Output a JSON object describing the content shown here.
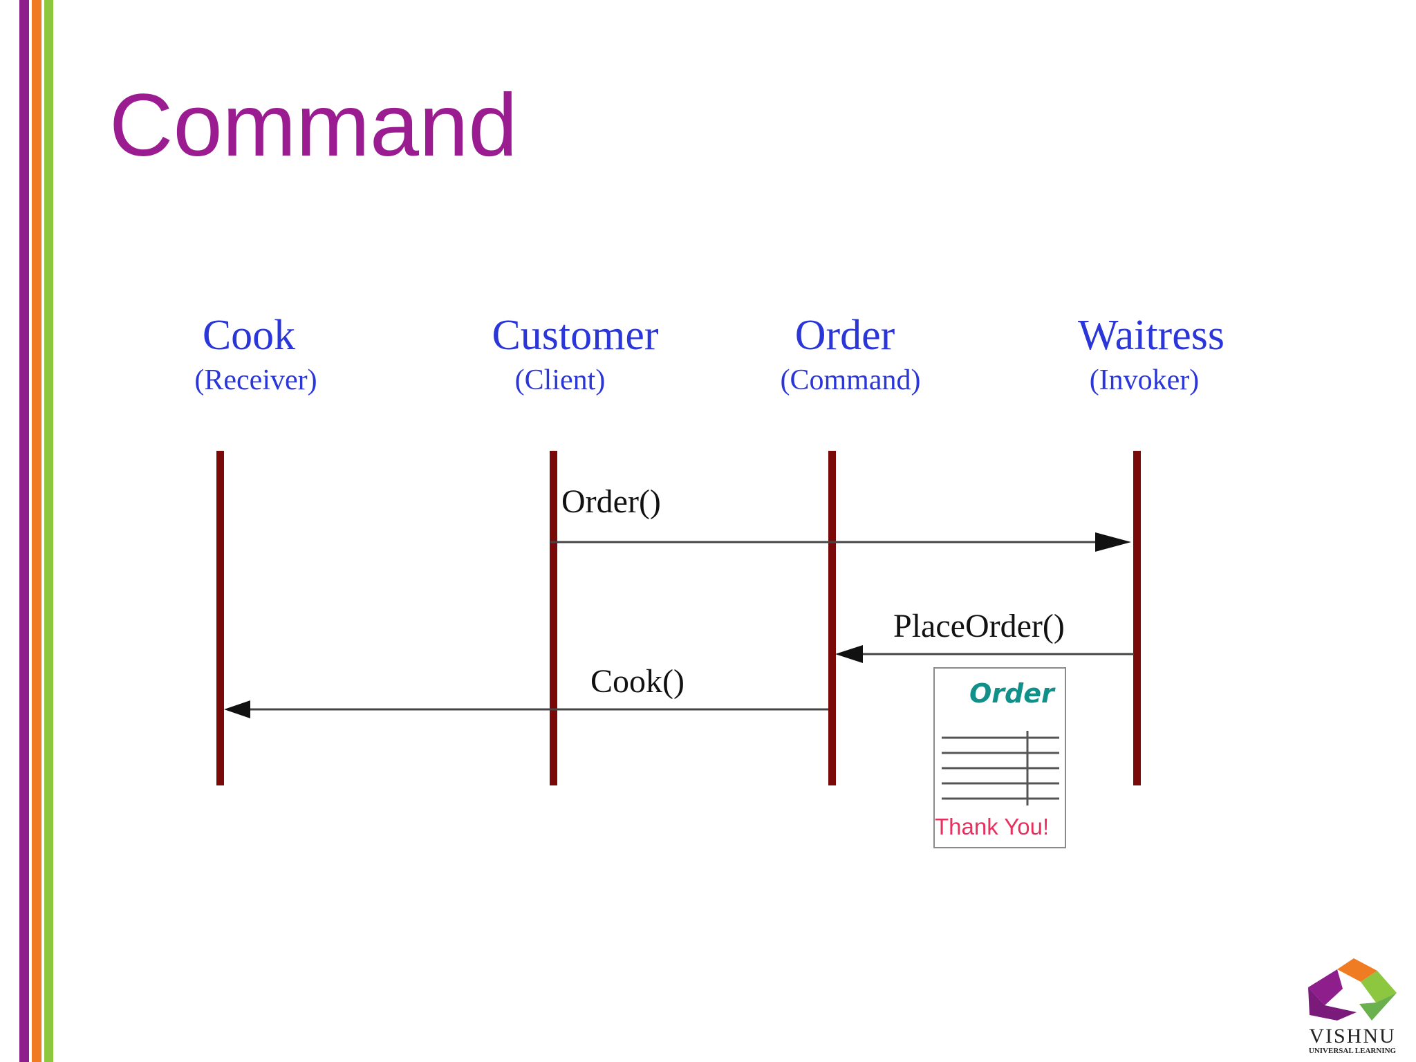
{
  "slide": {
    "title": "Command",
    "accent_color": "#9b1c91",
    "stripe_colors": [
      "#8e1e8c",
      "#ef7b22",
      "#8dc63f"
    ]
  },
  "diagram": {
    "actors": [
      {
        "name": "Cook",
        "role": "(Receiver)"
      },
      {
        "name": "Customer",
        "role": "(Client)"
      },
      {
        "name": "Order",
        "role": "(Command)"
      },
      {
        "name": "Waitress",
        "role": "(Invoker)"
      }
    ],
    "messages": [
      {
        "label": "Order()",
        "from": "Customer",
        "to": "Waitress"
      },
      {
        "label": "PlaceOrder()",
        "from": "Waitress",
        "to": "Order"
      },
      {
        "label": "Cook()",
        "from": "Order",
        "to": "Cook"
      }
    ],
    "order_card": {
      "title": "Order",
      "footer": "Thank You!"
    },
    "colors": {
      "actor_text": "#2b36d8",
      "lifeline": "#7a0a0a",
      "card_title": "#11908a",
      "card_footer": "#e8305f"
    }
  },
  "logo": {
    "name": "VISHNU",
    "tagline": "UNIVERSAL LEARNING"
  }
}
